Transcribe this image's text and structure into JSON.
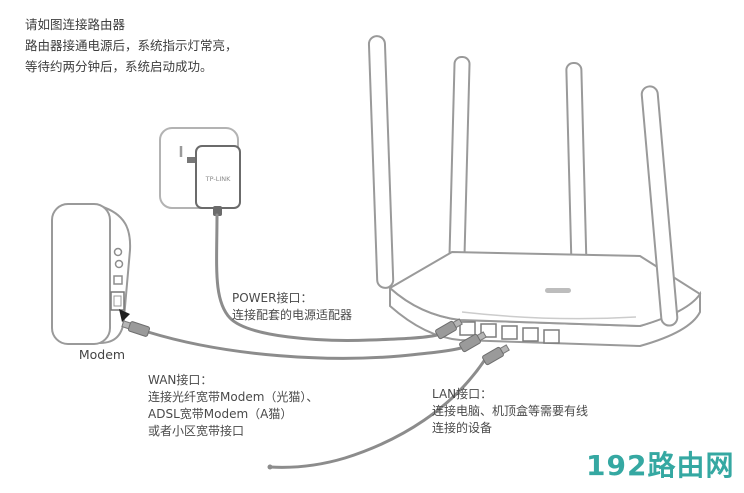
{
  "page": {
    "background": "#ffffff",
    "line_art_color": "#9a9a9a",
    "cable_color": "#8c8c8c",
    "text_color": "#4a4a4a"
  },
  "instructions": {
    "lines": [
      "请如图连接路由器",
      "路由器接通电源后，系统指示灯常亮，",
      "等待约两分钟后，系统启动成功。"
    ]
  },
  "devices": {
    "modem_label": "Modem",
    "adapter_brand": "TP-LINK"
  },
  "callouts": {
    "power": {
      "title": "POWER接口：",
      "lines": [
        "连接配套的电源适配器"
      ]
    },
    "wan": {
      "title": "WAN接口：",
      "lines": [
        "连接光纤宽带Modem（光猫）、",
        "ADSL宽带Modem（A猫）",
        "或者小区宽带接口"
      ]
    },
    "lan": {
      "title": "LAN接口：",
      "lines": [
        "连接电脑、机顶盒等需要有线",
        "连接的设备"
      ]
    }
  },
  "watermark": {
    "text": "192路由网",
    "color": "#35a8a2"
  }
}
